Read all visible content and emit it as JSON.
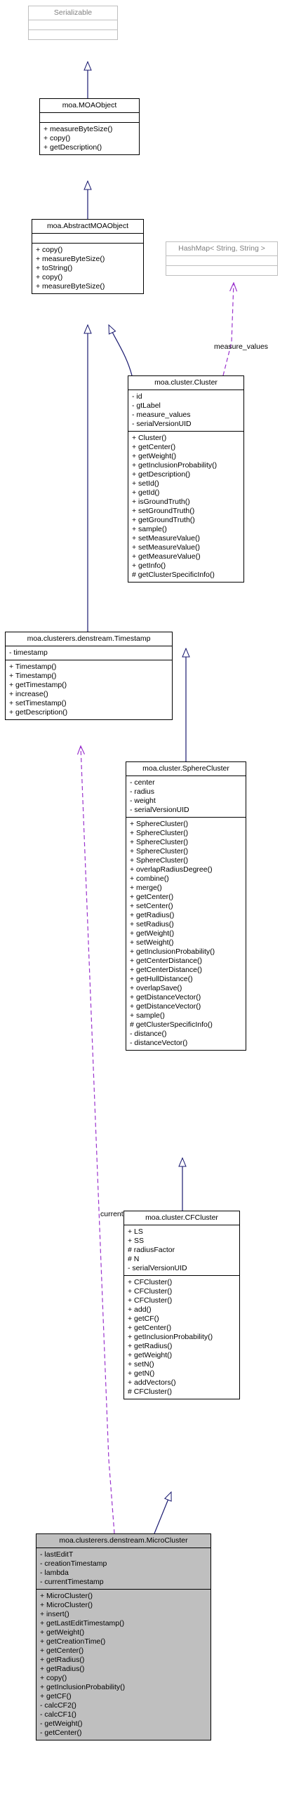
{
  "classes": {
    "serializable": {
      "name": "Serializable",
      "attributes": [],
      "methods": []
    },
    "moa_object": {
      "name": "moa.MOAObject",
      "attributes": [],
      "methods": [
        "+ measureByteSize()",
        "+ copy()",
        "+ getDescription()"
      ]
    },
    "abstract_moa_object": {
      "name": "moa.AbstractMOAObject",
      "attributes": [],
      "methods": [
        "+ copy()",
        "+ measureByteSize()",
        "+ toString()",
        "+ copy()",
        "+ measureByteSize()"
      ]
    },
    "hashmap": {
      "name": "HashMap< String, String >",
      "attributes": [],
      "methods": []
    },
    "cluster": {
      "name": "moa.cluster.Cluster",
      "attributes": [
        "- id",
        "- gtLabel",
        "- measure_values",
        "- serialVersionUID"
      ],
      "methods": [
        "+ Cluster()",
        "+ getCenter()",
        "+ getWeight()",
        "+ getInclusionProbability()",
        "+ getDescription()",
        "+ setId()",
        "+ getId()",
        "+ isGroundTruth()",
        "+ setGroundTruth()",
        "+ getGroundTruth()",
        "+ sample()",
        "+ setMeasureValue()",
        "+ setMeasureValue()",
        "+ getMeasureValue()",
        "+ getInfo()",
        "# getClusterSpecificInfo()"
      ]
    },
    "timestamp": {
      "name": "moa.clusterers.denstream.Timestamp",
      "attributes": [
        "- timestamp"
      ],
      "methods": [
        "+ Timestamp()",
        "+ Timestamp()",
        "+ getTimestamp()",
        "+ increase()",
        "+ setTimestamp()",
        "+ getDescription()"
      ]
    },
    "sphere_cluster": {
      "name": "moa.cluster.SphereCluster",
      "attributes": [
        "- center",
        "- radius",
        "- weight",
        "- serialVersionUID"
      ],
      "methods": [
        "+ SphereCluster()",
        "+ SphereCluster()",
        "+ SphereCluster()",
        "+ SphereCluster()",
        "+ SphereCluster()",
        "+ overlapRadiusDegree()",
        "+ combine()",
        "+ merge()",
        "+ getCenter()",
        "+ setCenter()",
        "+ getRadius()",
        "+ setRadius()",
        "+ getWeight()",
        "+ setWeight()",
        "+ getInclusionProbability()",
        "+ getCenterDistance()",
        "+ getCenterDistance()",
        "+ getHullDistance()",
        "+ overlapSave()",
        "+ getDistanceVector()",
        "+ getDistanceVector()",
        "+ sample()",
        "# getClusterSpecificInfo()",
        "- distance()",
        "- distanceVector()"
      ]
    },
    "cf_cluster": {
      "name": "moa.cluster.CFCluster",
      "attributes": [
        "+ LS",
        "+ SS",
        "# radiusFactor",
        "# N",
        "- serialVersionUID"
      ],
      "methods": [
        "+ CFCluster()",
        "+ CFCluster()",
        "+ CFCluster()",
        "+ add()",
        "+ getCF()",
        "+ getCenter()",
        "+ getInclusionProbability()",
        "+ getRadius()",
        "+ getWeight()",
        "+ setN()",
        "+ getN()",
        "+ addVectors()",
        "# CFCluster()"
      ]
    },
    "micro_cluster": {
      "name": "moa.clusterers.denstream.MicroCluster",
      "attributes": [
        "- lastEditT",
        "- creationTimestamp",
        "- lambda",
        "- currentTimestamp"
      ],
      "methods": [
        "+ MicroCluster()",
        "+ MicroCluster()",
        "+ insert()",
        "+ getLastEditTimestamp()",
        "+ getWeight()",
        "+ getCreationTime()",
        "+ getCenter()",
        "+ getRadius()",
        "+ getRadius()",
        "+ copy()",
        "+ getInclusionProbability()",
        "+ getCF()",
        "- calcCF2()",
        "- calcCF1()",
        "- getWeight()",
        "- getCenter()"
      ]
    }
  },
  "edge_labels": {
    "measure_values": "measure_values",
    "current_timestamp": "currentTimestamp"
  },
  "colors": {
    "inheritance": "#191970",
    "association": "#9a32cd",
    "focus_fill": "#bfbfbf",
    "external_border": "#bfbfbf"
  }
}
